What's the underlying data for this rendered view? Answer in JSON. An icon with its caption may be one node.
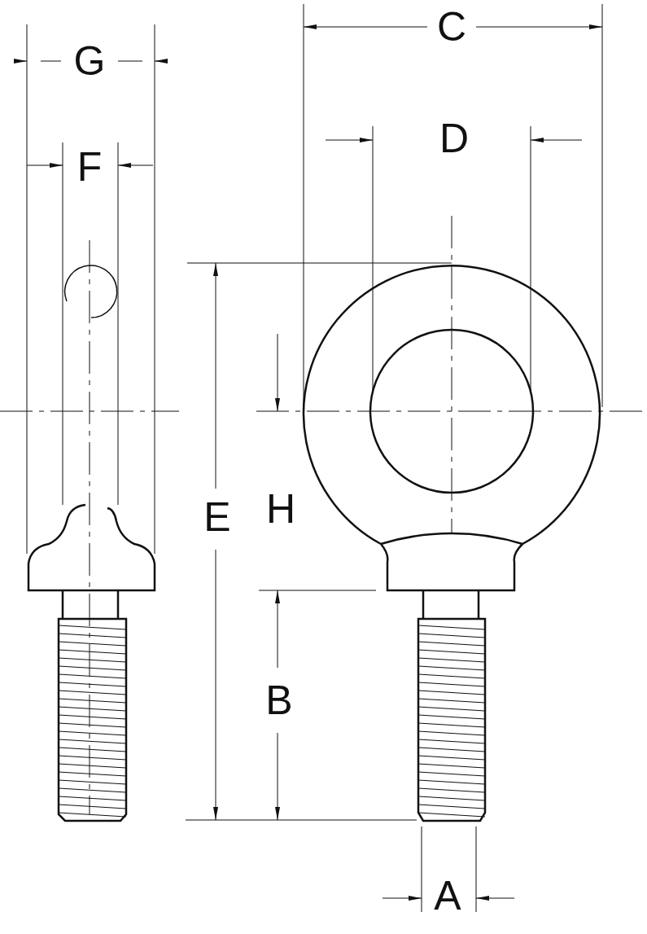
{
  "diagram": {
    "labels": [
      "C",
      "G",
      "D",
      "F",
      "E",
      "H",
      "B",
      "A"
    ]
  }
}
